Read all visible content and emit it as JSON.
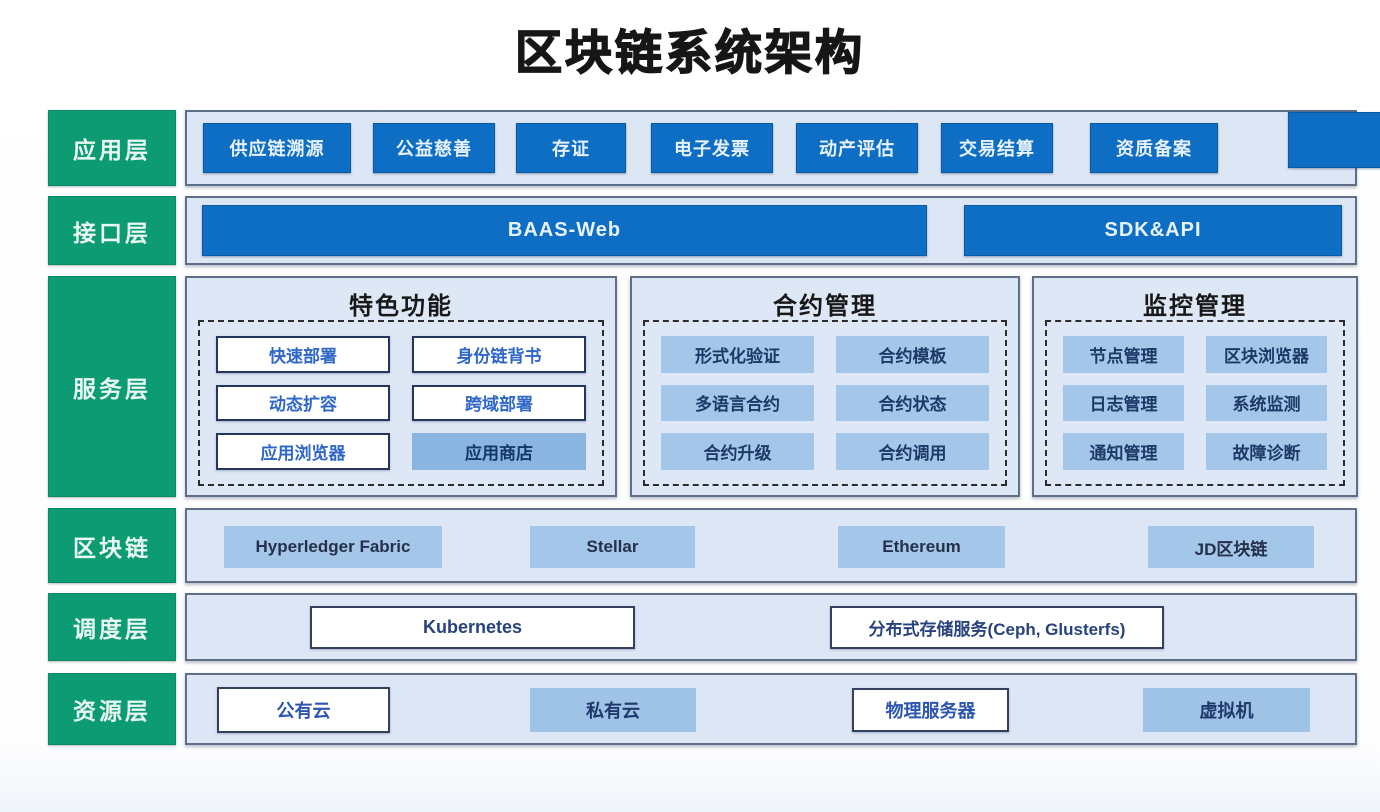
{
  "title": "区块链系统架构",
  "colors": {
    "layer_label_green": "#0c9b72",
    "primary_blue": "#0d6ec4",
    "panel_bg": "#dde6f4",
    "filled_item_blue": "#a3c6e9",
    "white_item_text_blue": "#2f66c9",
    "dark_item_text": "#1d3a66"
  },
  "layers": {
    "application": {
      "label": "应用层",
      "items": [
        "供应链溯源",
        "公益慈善",
        "存证",
        "电子发票",
        "动产评估",
        "交易结算",
        "资质备案"
      ],
      "extra_item": ""
    },
    "interface": {
      "label": "接口层",
      "items": [
        "BAAS-Web",
        "SDK&API"
      ]
    },
    "service": {
      "label": "服务层",
      "groups": [
        {
          "title": "特色功能",
          "items": [
            "快速部署",
            "身份链背书",
            "动态扩容",
            "跨域部署",
            "应用浏览器",
            "应用商店"
          ]
        },
        {
          "title": "合约管理",
          "items": [
            "形式化验证",
            "合约模板",
            "多语言合约",
            "合约状态",
            "合约升级",
            "合约调用"
          ]
        },
        {
          "title": "监控管理",
          "items": [
            "节点管理",
            "区块浏览器",
            "日志管理",
            "系统监测",
            "通知管理",
            "故障诊断"
          ]
        }
      ]
    },
    "blockchain": {
      "label": "区块链",
      "items": [
        "Hyperledger Fabric",
        "Stellar",
        "Ethereum",
        "JD区块链"
      ]
    },
    "scheduling": {
      "label": "调度层",
      "items": [
        "Kubernetes",
        "分布式存储服务(Ceph, Glusterfs)"
      ]
    },
    "resource": {
      "label": "资源层",
      "items": [
        "公有云",
        "私有云",
        "物理服务器",
        "虚拟机"
      ]
    }
  }
}
